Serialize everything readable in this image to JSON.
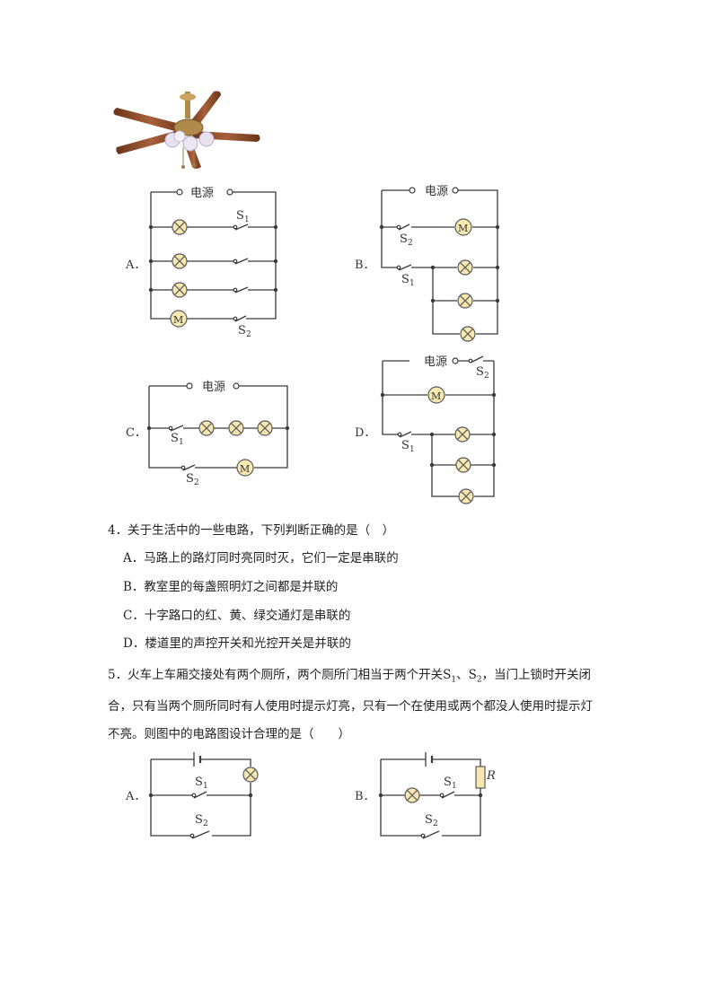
{
  "figure_labels": {
    "power": "电源",
    "s1": "S1",
    "s2": "S2",
    "motor": "M",
    "resistor": "R"
  },
  "fig3_options": [
    "A．",
    "B．",
    "C．",
    "D．"
  ],
  "q4": {
    "stem": "4．关于生活中的一些电路，下列判断正确的是（　）",
    "options": [
      "A．马路上的路灯同时亮同时灭，它们一定是串联的",
      "B．教室里的每盏照明灯之间都是并联的",
      "C．十字路口的红、黄、绿交通灯是串联的",
      "D．楼道里的声控开关和光控开关是并联的"
    ]
  },
  "q5": {
    "line1_a": "5．火车上车厢交接处有两个厕所，两个厕所门相当于两个开关S",
    "line1_s1": "1",
    "line1_b": "、S",
    "line1_s2": "2",
    "line1_c": "，当门上锁时开关闭",
    "line2": "合，只有当两个厕所同时有人使用时提示灯亮，只有一个在使用或两个都没人使用时提示灯",
    "line3": "不亮。则图中的电路图设计合理的是（　　）",
    "options": [
      "A．",
      "B．"
    ]
  },
  "colors": {
    "wire": "#3a3a3a",
    "lamp_fill": "#f6e8b0",
    "fan_blade": "#8a4b2a",
    "fan_metal": "#b08a4a"
  }
}
